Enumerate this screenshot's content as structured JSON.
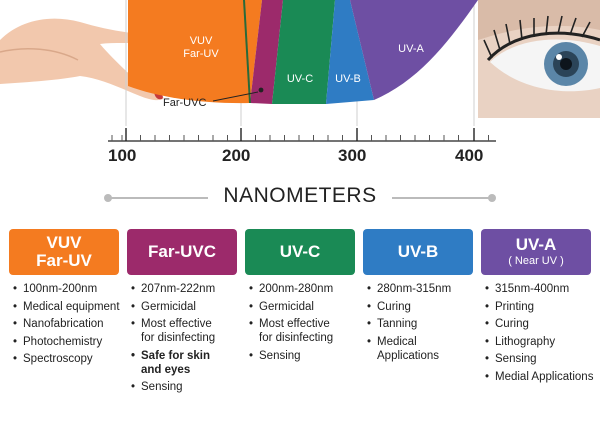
{
  "spectrum": {
    "segments": [
      {
        "id": "vuv",
        "label_lines": [
          "VUV",
          "Far-UV"
        ],
        "color": "#f47b20"
      },
      {
        "id": "far-uvc",
        "label_lines": [],
        "color": "#9c2a6b"
      },
      {
        "id": "uv-c",
        "label_lines": [
          "UV-C"
        ],
        "color": "#1a8a55"
      },
      {
        "id": "uv-b",
        "label_lines": [
          "UV-B"
        ],
        "color": "#2f7cc4"
      },
      {
        "id": "uv-a",
        "label_lines": [
          "UV-A"
        ],
        "color": "#6e4fa3"
      }
    ],
    "callout_label": "Far-UVC",
    "scale_labels": [
      "100",
      "200",
      "300",
      "400"
    ]
  },
  "axis_title": "NANOMETERS",
  "bands": [
    {
      "id": "vuv",
      "title_lines": [
        "VUV",
        "Far-UV"
      ],
      "subtitle": "",
      "color": "#f47b20",
      "items": [
        [
          "100nm-200nm"
        ],
        [
          "Medical equipment"
        ],
        [
          "Nanofabrication"
        ],
        [
          "Photochemistry"
        ],
        [
          "Spectroscopy"
        ]
      ],
      "bold_items": []
    },
    {
      "id": "far-uvc",
      "title_lines": [
        "Far-UVC"
      ],
      "subtitle": "",
      "color": "#9c2a6b",
      "items": [
        [
          "207nm-222nm"
        ],
        [
          "Germicidal"
        ],
        [
          "Most effective",
          "for disinfecting"
        ],
        [
          "Safe for skin",
          "and eyes"
        ],
        [
          "Sensing"
        ]
      ],
      "bold_items": [
        3
      ]
    },
    {
      "id": "uv-c",
      "title_lines": [
        "UV-C"
      ],
      "subtitle": "",
      "color": "#1a8a55",
      "items": [
        [
          "200nm-280nm"
        ],
        [
          "Germicidal"
        ],
        [
          "Most effective",
          "for disinfecting"
        ],
        [
          "Sensing"
        ]
      ],
      "bold_items": []
    },
    {
      "id": "uv-b",
      "title_lines": [
        "UV-B"
      ],
      "subtitle": "",
      "color": "#2f7cc4",
      "items": [
        [
          "280nm-315nm"
        ],
        [
          "Curing"
        ],
        [
          "Tanning"
        ],
        [
          "Medical Applications"
        ]
      ],
      "bold_items": []
    },
    {
      "id": "uv-a",
      "title_lines": [
        "UV-A"
      ],
      "subtitle": "( Near UV )",
      "color": "#6e4fa3",
      "items": [
        [
          "315nm-400nm"
        ],
        [
          "Printing"
        ],
        [
          "Curing"
        ],
        [
          "Lithography"
        ],
        [
          "Sensing"
        ],
        [
          "Medial Applications"
        ]
      ],
      "bold_items": []
    }
  ]
}
